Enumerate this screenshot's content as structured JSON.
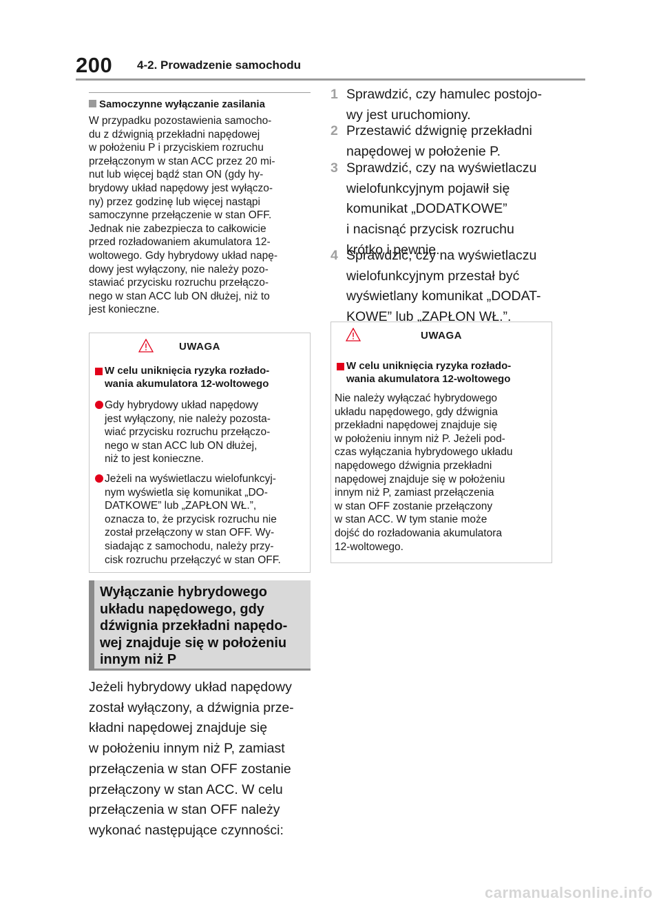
{
  "header": {
    "page_number": "200",
    "section_title": "4-2. Prowadzenie samochodu"
  },
  "left": {
    "auto_off": {
      "heading": "Samoczynne wyłączanie zasilania",
      "text": "W przypadku pozostawienia samocho-\ndu z dźwignią przekładni napędowej\nw położeniu P i przyciskiem rozruchu\nprzełączonym w stan ACC przez 20 mi-\nnut lub więcej bądź stan ON (gdy hy-\nbrydowy układ napędowy jest wyłączo-\nny) przez godzinę lub więcej nastąpi\nsamoczynne przełączenie w stan OFF.\nJednak nie zabezpiecza to całkowicie\nprzed rozładowaniem akumulatora 12-\nwoltowego. Gdy hybrydowy układ napę-\ndowy jest wyłączony, nie należy pozo-\nstawiać przycisku rozruchu przełączo-\nnego w stan ACC lub ON dłużej, niż to\njest konieczne."
    },
    "warning": {
      "title": "UWAGA",
      "heading": "W celu uniknięcia ryzyka rozłado-\nwania akumulatora 12-woltowego",
      "bullets": [
        "Gdy hybrydowy układ napędowy\njest wyłączony, nie należy pozosta-\nwiać przycisku rozruchu przełączo-\nnego w stan ACC lub ON dłużej,\nniż to jest konieczne.",
        "Jeżeli na wyświetlaczu wielofunkcyj-\nnym wyświetla się komunikat „DO-\nDATKOWE” lub „ZAPŁON WŁ.”,\noznacza to, że przycisk rozruchu nie\nzostał przełączony w stan OFF. Wy-\nsiadając z samochodu, należy przy-\ncisk rozruchu przełączyć w stan OFF."
      ]
    },
    "section_heading": "Wyłączanie hybrydowego\nukładu napędowego, gdy\ndźwignia przekładni napędo-\nwej znajduje się w położeniu\ninnym niż P",
    "paragraph": "Jeżeli hybrydowy układ napędowy\nzostał wyłączony, a dźwignia prze-\nkładni napędowej znajduje się\nw położeniu innym niż P, zamiast\nprzełączenia w stan OFF zostanie\nprzełączony w stan ACC. W celu\nprzełączenia w stan OFF należy\nwykonać następujące czynności:"
  },
  "right": {
    "steps": [
      {
        "num": "1",
        "text": "Sprawdzić, czy hamulec postojo-\nwy jest uruchomiony."
      },
      {
        "num": "2",
        "text": "Przestawić dźwignię przekładni\nnapędowej w położenie P."
      },
      {
        "num": "3",
        "text": "Sprawdzić, czy na wyświetlaczu\nwielofunkcyjnym pojawił się\nkomunikat „DODATKOWE”\ni nacisnąć przycisk rozruchu\nkrótko i pewnie."
      },
      {
        "num": "4",
        "text": "Sprawdzić, czy na wyświetlaczu\nwielofunkcyjnym przestał być\nwyświetlany komunikat „DODAT-\nKOWE” lub „ZAPŁON WŁ.”."
      }
    ],
    "warning": {
      "title": "UWAGA",
      "heading": "W celu uniknięcia ryzyka rozłado-\nwania akumulatora 12-woltowego",
      "text": "Nie należy wyłączać hybrydowego\nukładu napędowego, gdy dźwignia\nprzekładni napędowej znajduje się\nw położeniu innym niż P. Jeżeli pod-\nczas wyłączania hybrydowego układu\nnapędowego dźwignia przekładni\nnapędowej znajduje się w położeniu\ninnym niż P, zamiast przełączenia\nw stan OFF zostanie przełączony\nw stan ACC. W tym stanie może\ndojść do rozładowania akumulatora\n12-woltowego."
    }
  },
  "watermark": "carmanualsonline.info",
  "colors": {
    "accent_red": "#e2001a",
    "rule_gray": "#9a9a9a",
    "heading_bg": "#d9d9d9"
  },
  "icons": [
    "warning-triangle-icon",
    "square-bullet-icon",
    "round-bullet-icon"
  ]
}
